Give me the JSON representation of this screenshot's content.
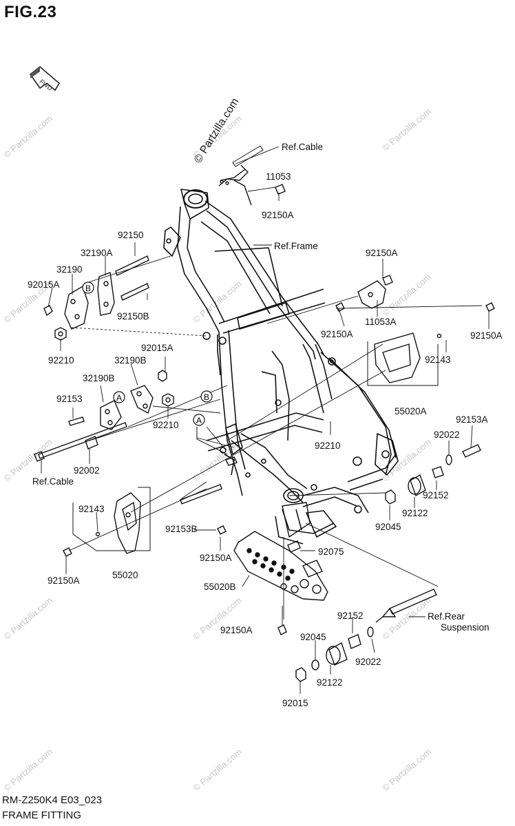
{
  "figure": {
    "title": "FIG.23",
    "code": "RM-Z250K4 E03_023",
    "name": "FRAME FITTING"
  },
  "direction_marker": {
    "icon": "fwd-arrow-icon",
    "text": "FWD"
  },
  "watermark": {
    "main": "© Partzilla.com",
    "tile": "© Partzilla.com"
  },
  "callouts": {
    "a": "A",
    "b": "B"
  },
  "labels": {
    "ref_cable_top": "Ref.Cable",
    "p11053": "11053",
    "p92150A_top": "92150A",
    "ref_frame": "Ref.Frame",
    "p92150": "92150",
    "p32190A": "32190A",
    "p32190": "32190",
    "p92015A_left": "92015A",
    "p92150B": "92150B",
    "p92210_left": "92210",
    "p92150A_bracket": "92150A",
    "p92150A_mid": "92150A",
    "p11053A": "11053A",
    "p92150A_right": "92150A",
    "p92143_right": "92143",
    "p55020A": "55020A",
    "p92015A_mid": "92015A",
    "p32190B_a": "32190B",
    "p32190B_b": "32190B",
    "p92153": "92153",
    "p92210_mid": "92210",
    "p92210_center": "92210",
    "p92002": "92002",
    "ref_cable_low": "Ref.Cable",
    "p92153A": "92153A",
    "p92022_top": "92022",
    "p92152_top": "92152",
    "p92122_top": "92122",
    "p92045_top": "92045",
    "p92143_left": "92143",
    "p55020": "55020",
    "p92153B": "92153B",
    "p92150A_low": "92150A",
    "p92075": "92075",
    "p92150A_left_low": "92150A",
    "p55020B": "55020B",
    "p92150A_bottom": "92150A",
    "p92152_low": "92152",
    "ref_rear": "Ref.Rear",
    "suspension": "Suspension",
    "p92045_low": "92045",
    "p92022_low": "92022",
    "p92122_low": "92122",
    "p92015": "92015"
  }
}
